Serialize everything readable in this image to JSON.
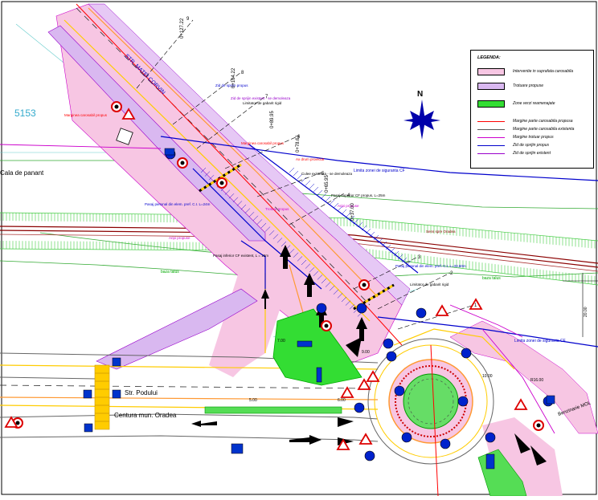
{
  "labels": {
    "block_number": "5153",
    "street_matei": "STR. MATEI CORVIN",
    "street_podului": "Str. Podului",
    "centura": "Centura mun. Oradea",
    "cala_panant": "Cala de panant",
    "limita_zona": "Limita zonei de siguranta CF",
    "limita_zona2": "Limita zonei de siguranta CF",
    "benzinaria": "Benzinarie MOL",
    "baza_talus": "baza talus",
    "baza_talus2": "baza talus",
    "zid_sprijin_propus": "Zid de sprijin propus",
    "zid_sprijin_existent": "Zid de sprijin existent - se demoleaza",
    "marginea_carosabil": "Marginea carosabil propus",
    "pasaj_pietonal_elem": "Pasaj pietonal din elem. pref. C.I. L=33,60m",
    "pasaj_pietonal_elem2": "Pasaj pietonal din elem. pref. C.I. L=24m",
    "pasaj_superior": "Pasaj superior CF propus, L=25m",
    "pasaj_inferior": "Pasaj inferior CF existent, L = 15m",
    "limitator": "Limitator de gabarit rigid",
    "limitator2": "Limitator de gabarit rigid",
    "culee": "Culee existenta - se demoleaza",
    "ax_drum": "Ax drum proiectat",
    "trotuar_propus": "Trotuar propus",
    "aripi_propuse": "Aripi propuse",
    "sens_spre_oradea": "Sens spre Oradea",
    "km_values": [
      "0+127.22",
      "0+104.22",
      "0+89.95",
      "0+78.61",
      "0+65.95",
      "0+37.00"
    ],
    "profile_nums": [
      "9",
      "8",
      "7",
      "6",
      "5",
      "4",
      "3",
      "2",
      "1"
    ],
    "dims": [
      "9.00",
      "5.00",
      "7.00",
      "10.00",
      "R16.00",
      "6.00",
      "20.00"
    ]
  },
  "legend": {
    "title": "LEGENDA:",
    "items": [
      {
        "label": "Interventie in suprafata carosabila",
        "kind": "fill",
        "color": "#f7c6e3"
      },
      {
        "label": "Trotuare propuse",
        "kind": "fill",
        "color": "#d9b8f0"
      },
      {
        "label": "Zone verzi reamenajate",
        "kind": "fill",
        "color": "#33dd33"
      },
      {
        "label": "Margine parte carosabila propusa",
        "kind": "line",
        "color": "#ff0000"
      },
      {
        "label": "Margine parte carosabila existenta",
        "kind": "line",
        "color": "#555555"
      },
      {
        "label": "Margine trotuar propus",
        "kind": "line",
        "color": "#cc00cc"
      },
      {
        "label": "Zid de sprijin propus",
        "kind": "line",
        "color": "#0000cc"
      },
      {
        "label": "Zid de sprijin existent",
        "kind": "line",
        "color": "#9900cc"
      }
    ]
  },
  "north": "N",
  "colors": {
    "road_pink": "#f7c6e3",
    "sidewalk": "#d9b8f0",
    "green": "#33dd33",
    "blue": "#0000cc",
    "red": "#ff0000",
    "magenta": "#cc00cc",
    "rail": "#8b0000",
    "yellow": "#ffcc00",
    "cyan": "#00cccc"
  }
}
